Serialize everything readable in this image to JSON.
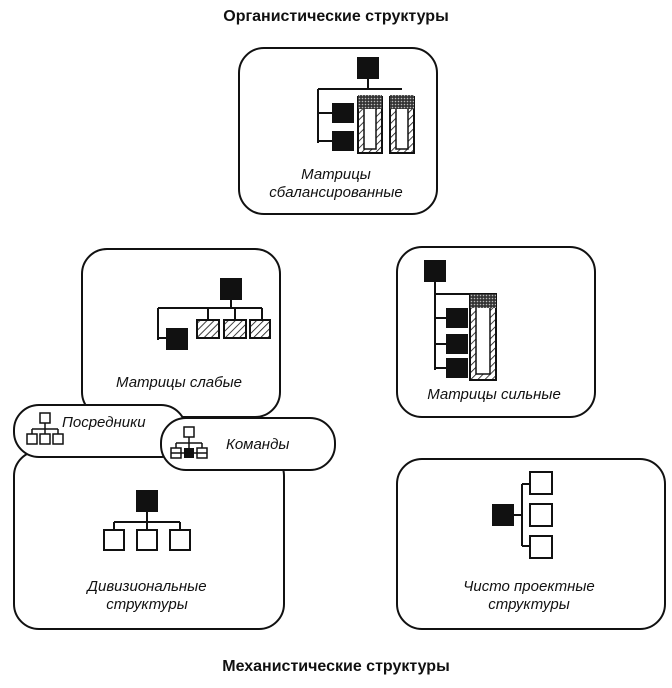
{
  "titles": {
    "top": "Органистические структуры",
    "bottom": "Механистические структуры"
  },
  "nodes": {
    "balanced": {
      "line1": "Матрицы",
      "line2": "сбалансированные"
    },
    "weak": {
      "label": "Матрицы слабые"
    },
    "strong": {
      "label": "Матрицы сильные"
    },
    "brokers": {
      "label": "Посредники"
    },
    "teams": {
      "label": "Команды"
    },
    "divisional": {
      "line1": "Дивизиональные",
      "line2": "структуры"
    },
    "project": {
      "line1": "Чисто проектные",
      "line2": "структуры"
    }
  }
}
